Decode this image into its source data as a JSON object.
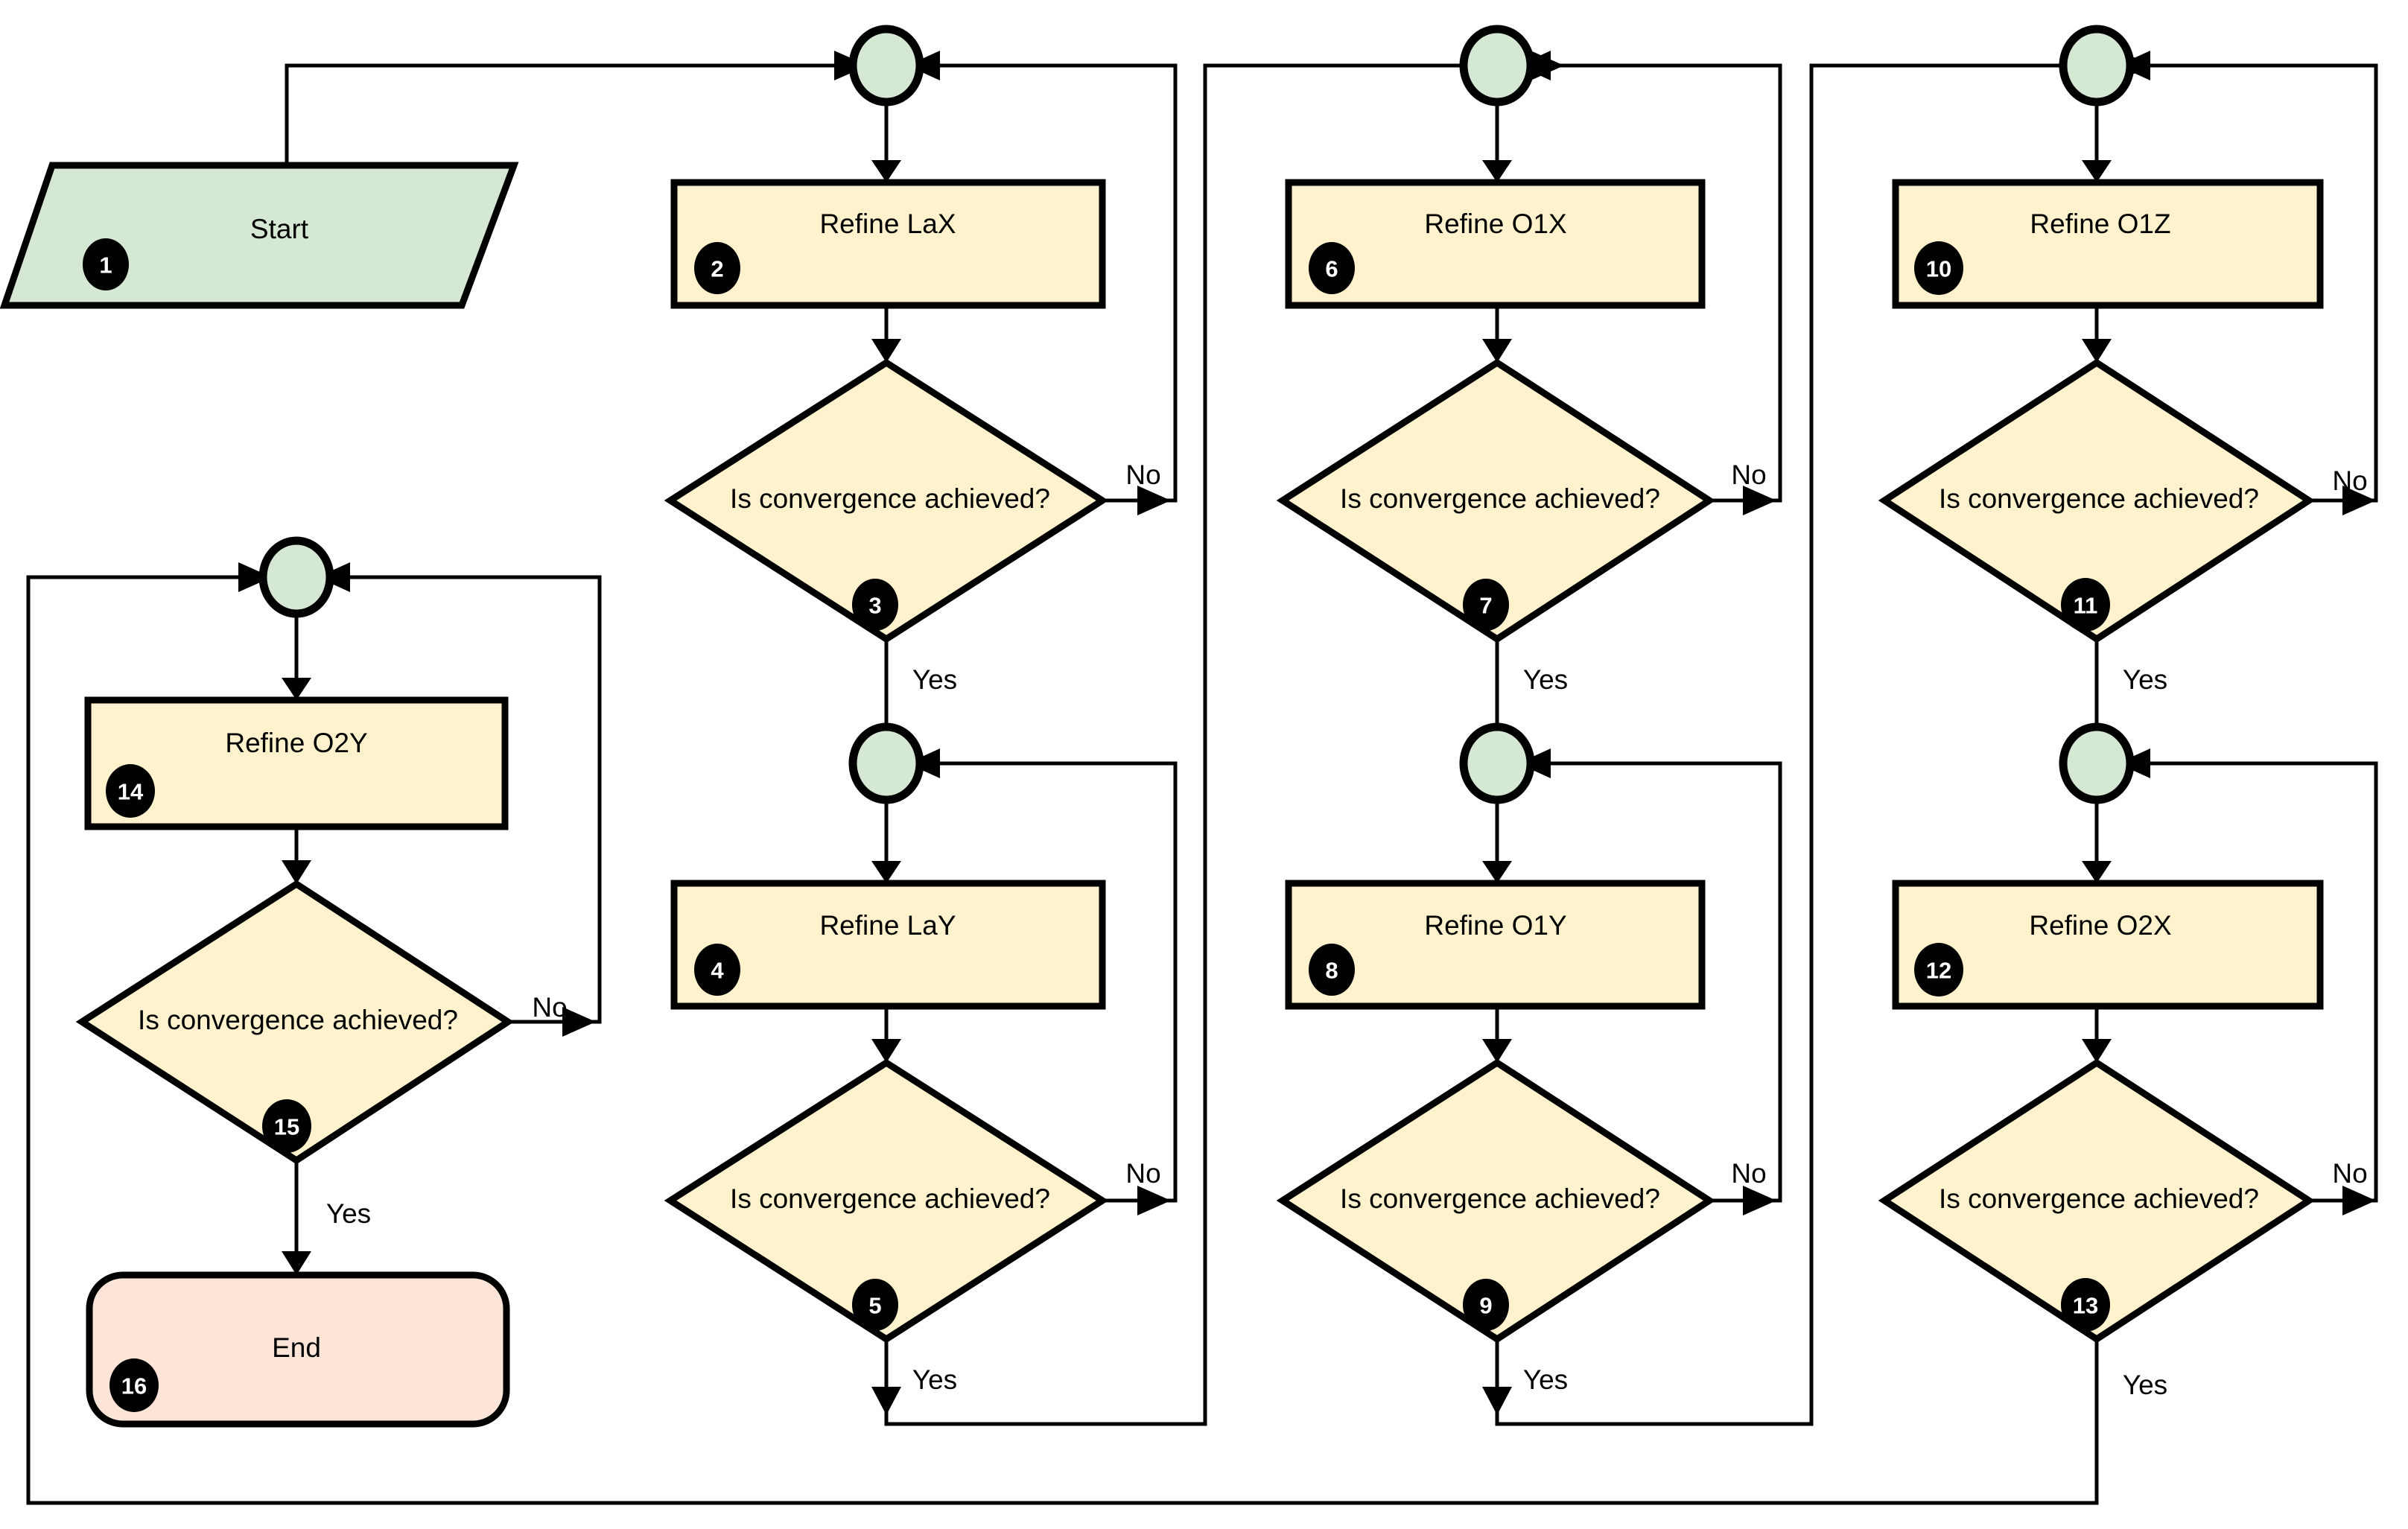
{
  "diagram": {
    "title": "Sequential parameter refinement loop flowchart",
    "type": "flowchart",
    "colors": {
      "process_fill": "#FFF2CC",
      "decision_fill": "#FFF2CC",
      "start_fill": "#D5E8D4",
      "merge_fill": "#D5E8D4",
      "end_fill": "#FCE4D6",
      "stroke": "#000000",
      "badge_fill": "#000000",
      "badge_text": "#FFFFFF"
    },
    "decision_question": "Is convergence achieved?",
    "edge_labels": {
      "yes": "Yes",
      "no": "No"
    },
    "nodes": [
      {
        "id": 1,
        "badge": "1",
        "label": "Start",
        "shape": "parallelogram"
      },
      {
        "id": 2,
        "badge": "2",
        "label": "Refine LaX",
        "shape": "rectangle"
      },
      {
        "id": 3,
        "badge": "3",
        "label": "Is convergence achieved?",
        "shape": "diamond"
      },
      {
        "id": 4,
        "badge": "4",
        "label": "Refine LaY",
        "shape": "rectangle"
      },
      {
        "id": 5,
        "badge": "5",
        "label": "Is convergence achieved?",
        "shape": "diamond"
      },
      {
        "id": 6,
        "badge": "6",
        "label": "Refine O1X",
        "shape": "rectangle"
      },
      {
        "id": 7,
        "badge": "7",
        "label": "Is convergence achieved?",
        "shape": "diamond"
      },
      {
        "id": 8,
        "badge": "8",
        "label": "Refine O1Y",
        "shape": "rectangle"
      },
      {
        "id": 9,
        "badge": "9",
        "label": "Is convergence achieved?",
        "shape": "diamond"
      },
      {
        "id": 10,
        "badge": "10",
        "label": "Refine O1Z",
        "shape": "rectangle"
      },
      {
        "id": 11,
        "badge": "11",
        "label": "Is convergence achieved?",
        "shape": "diamond"
      },
      {
        "id": 12,
        "badge": "12",
        "label": "Refine O2X",
        "shape": "rectangle"
      },
      {
        "id": 13,
        "badge": "13",
        "label": "Is convergence achieved?",
        "shape": "diamond"
      },
      {
        "id": 14,
        "badge": "14",
        "label": "Refine O2Y",
        "shape": "rectangle"
      },
      {
        "id": 15,
        "badge": "15",
        "label": "Is convergence achieved?",
        "shape": "diamond"
      },
      {
        "id": 16,
        "badge": "16",
        "label": "End",
        "shape": "rounded-rectangle"
      }
    ],
    "merge_points": [
      {
        "id": "m1",
        "label": ""
      },
      {
        "id": "m2",
        "label": ""
      },
      {
        "id": "m3",
        "label": ""
      },
      {
        "id": "m4",
        "label": ""
      },
      {
        "id": "m5",
        "label": ""
      },
      {
        "id": "m6",
        "label": ""
      },
      {
        "id": "m7",
        "label": ""
      },
      {
        "id": "m8",
        "label": ""
      }
    ],
    "edges": [
      {
        "from": "1",
        "to": "m1",
        "label": ""
      },
      {
        "from": "m1",
        "to": "2",
        "label": ""
      },
      {
        "from": "2",
        "to": "3",
        "label": ""
      },
      {
        "from": "3",
        "to": "m1",
        "label": "No"
      },
      {
        "from": "3",
        "to": "m2",
        "label": "Yes"
      },
      {
        "from": "m2",
        "to": "4",
        "label": ""
      },
      {
        "from": "4",
        "to": "5",
        "label": ""
      },
      {
        "from": "5",
        "to": "m2",
        "label": "No"
      },
      {
        "from": "5",
        "to": "m3",
        "label": "Yes"
      },
      {
        "from": "m3",
        "to": "6",
        "label": ""
      },
      {
        "from": "6",
        "to": "7",
        "label": ""
      },
      {
        "from": "7",
        "to": "m3",
        "label": "No"
      },
      {
        "from": "7",
        "to": "m4",
        "label": "Yes"
      },
      {
        "from": "m4",
        "to": "8",
        "label": ""
      },
      {
        "from": "8",
        "to": "9",
        "label": ""
      },
      {
        "from": "9",
        "to": "m4",
        "label": "No"
      },
      {
        "from": "9",
        "to": "m5",
        "label": "Yes"
      },
      {
        "from": "m5",
        "to": "10",
        "label": ""
      },
      {
        "from": "10",
        "to": "11",
        "label": ""
      },
      {
        "from": "11",
        "to": "m5",
        "label": "No"
      },
      {
        "from": "11",
        "to": "m6",
        "label": "Yes"
      },
      {
        "from": "m6",
        "to": "12",
        "label": ""
      },
      {
        "from": "12",
        "to": "13",
        "label": ""
      },
      {
        "from": "13",
        "to": "m6",
        "label": "No"
      },
      {
        "from": "13",
        "to": "m7",
        "label": "Yes"
      },
      {
        "from": "m7",
        "to": "14",
        "label": ""
      },
      {
        "from": "14",
        "to": "15",
        "label": ""
      },
      {
        "from": "15",
        "to": "m7",
        "label": "No"
      },
      {
        "from": "15",
        "to": "16",
        "label": "Yes"
      }
    ]
  }
}
